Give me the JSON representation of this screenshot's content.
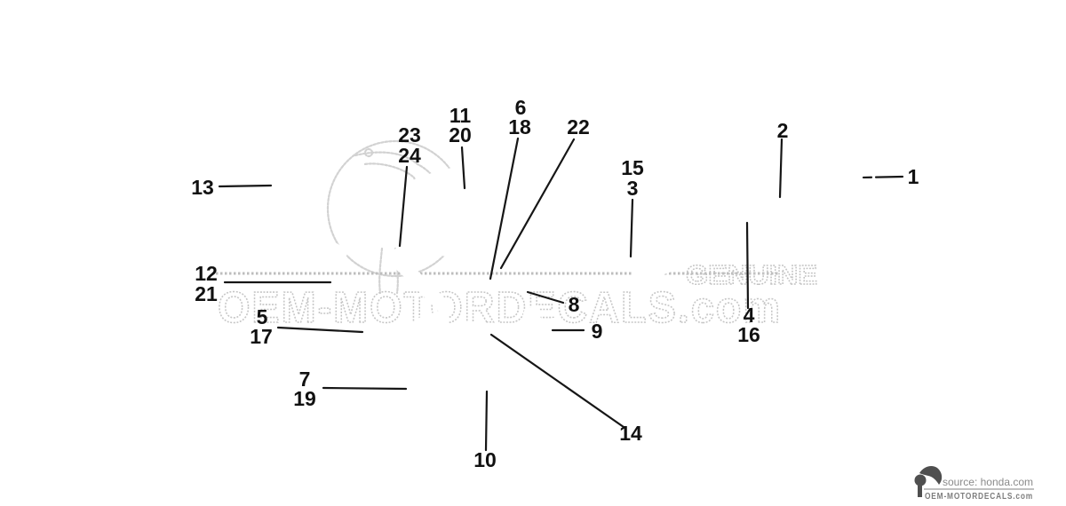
{
  "diagram": {
    "description": "Motorcycle fairing stripe / mark set parts diagram, exploded side view line art",
    "callouts": [
      {
        "number": "1"
      },
      {
        "number": "2"
      },
      {
        "number": "3"
      },
      {
        "number": "4"
      },
      {
        "number": "5"
      },
      {
        "number": "6"
      },
      {
        "number": "7"
      },
      {
        "number": "8"
      },
      {
        "number": "9"
      },
      {
        "number": "10"
      },
      {
        "number": "11"
      },
      {
        "number": "12"
      },
      {
        "number": "13"
      },
      {
        "number": "14"
      },
      {
        "number": "15"
      },
      {
        "number": "16"
      },
      {
        "number": "17"
      },
      {
        "number": "18"
      },
      {
        "number": "19"
      },
      {
        "number": "20"
      },
      {
        "number": "21"
      },
      {
        "number": "22"
      },
      {
        "number": "23"
      },
      {
        "number": "24"
      }
    ]
  },
  "watermark": {
    "brand_text": "OEM-MOTORDECALS.com",
    "genuine_text": "GENUINE",
    "logo_icon": "toucan-bird-watermark-icon",
    "color": "#c6c6c6"
  },
  "footer": {
    "source_text": "source: honda.com",
    "brand_text": "OEM-MOTORDECALS.com",
    "logo_icon": "toucan-on-perch-icon"
  },
  "colors": {
    "background": "#ffffff",
    "line_art": "#161616",
    "watermark_gray": "#c6c6c6"
  }
}
